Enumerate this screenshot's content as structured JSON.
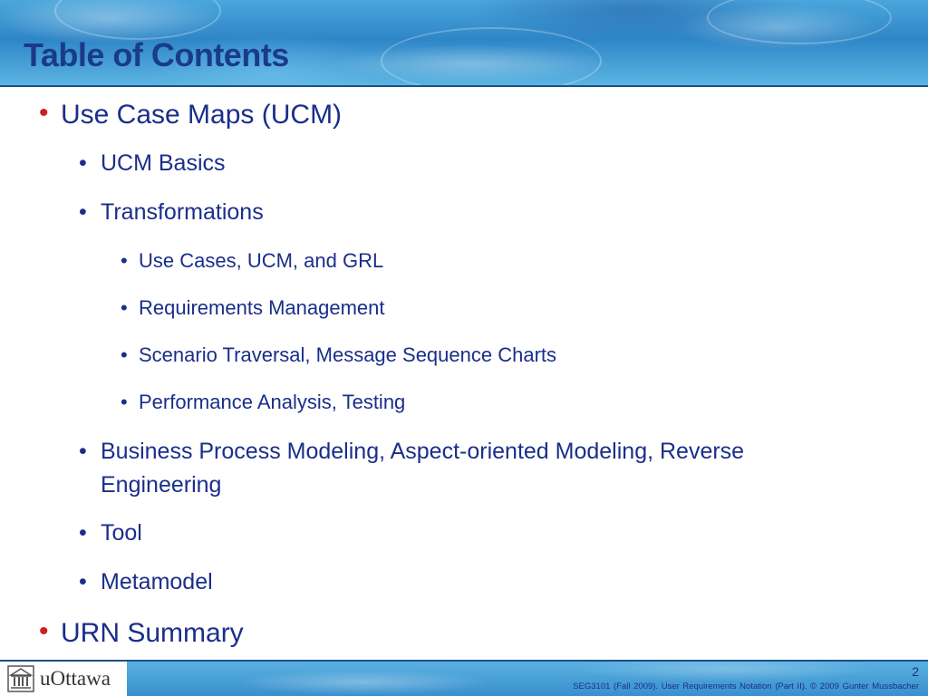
{
  "slide": {
    "title": "Table of Contents",
    "items": [
      {
        "text": "Use Case Maps (UCM)",
        "level": 1
      },
      {
        "text": "UCM Basics",
        "level": 2
      },
      {
        "text": "Transformations",
        "level": 2
      },
      {
        "text": "Use Cases, UCM, and GRL",
        "level": 3
      },
      {
        "text": "Requirements Management",
        "level": 3
      },
      {
        "text": "Scenario Traversal, Message Sequence Charts",
        "level": 3
      },
      {
        "text": "Performance Analysis, Testing",
        "level": 3
      },
      {
        "text": "Business Process Modeling, Aspect-oriented Modeling, Reverse Engineering",
        "level": 2
      },
      {
        "text": "Tool",
        "level": 2
      },
      {
        "text": "Metamodel",
        "level": 2
      },
      {
        "text": "URN Summary",
        "level": 1
      }
    ],
    "bullet_symbol": "•"
  },
  "footer": {
    "logo_text": "uOttawa",
    "logo_icon": "university-building-icon",
    "page_number": "2",
    "course_text": "SEG3101 (Fall 2009).   User Requirements Notation (Part II).   © 2009 Gunter Mussbacher"
  },
  "colors": {
    "title": "#1a3a8a",
    "text": "#1a2e8a",
    "level1_bullet": "#cc1f1f",
    "banner": "#2f86c7"
  }
}
